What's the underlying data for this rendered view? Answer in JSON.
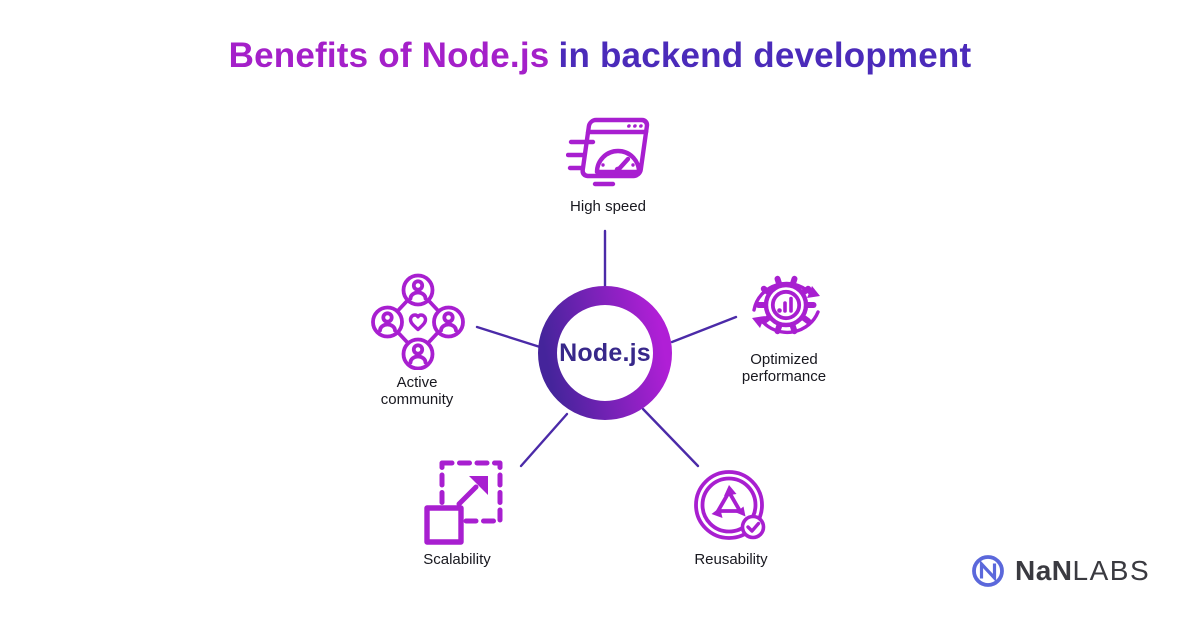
{
  "title": {
    "part1": "Benefits of Node.js",
    "part2": "in backend development"
  },
  "center": {
    "label": "Node.js"
  },
  "benefits": [
    {
      "id": "high-speed",
      "label": "High speed",
      "icon": "speedometer-browser-icon",
      "position": "top"
    },
    {
      "id": "optimized-performance",
      "label": "Optimized performance",
      "icon": "gear-bar-chart-icon",
      "position": "right"
    },
    {
      "id": "reusability",
      "label": "Reusability",
      "icon": "recycle-check-icon",
      "position": "bottom-right"
    },
    {
      "id": "scalability",
      "label": "Scalability",
      "icon": "expand-squares-icon",
      "position": "bottom-left"
    },
    {
      "id": "active-community",
      "label": "Active community",
      "icon": "people-heart-icon",
      "position": "left"
    }
  ],
  "logo": {
    "mark": "n-in-circle",
    "text_bold": "NaN",
    "text_light": "LABS"
  },
  "colors": {
    "icon_magenta": "#A81FD0",
    "line_purple": "#4B2AA8",
    "ring_gradient_start": "#45249B",
    "ring_gradient_end": "#B01FD6",
    "title_magenta": "#A420C9",
    "title_indigo": "#4B2BBA",
    "node_text": "#38288A",
    "label_text": "#18181F",
    "logo_blue": "#5B68DB",
    "logo_text": "#3A3A40",
    "background": "#FFFFFF"
  }
}
